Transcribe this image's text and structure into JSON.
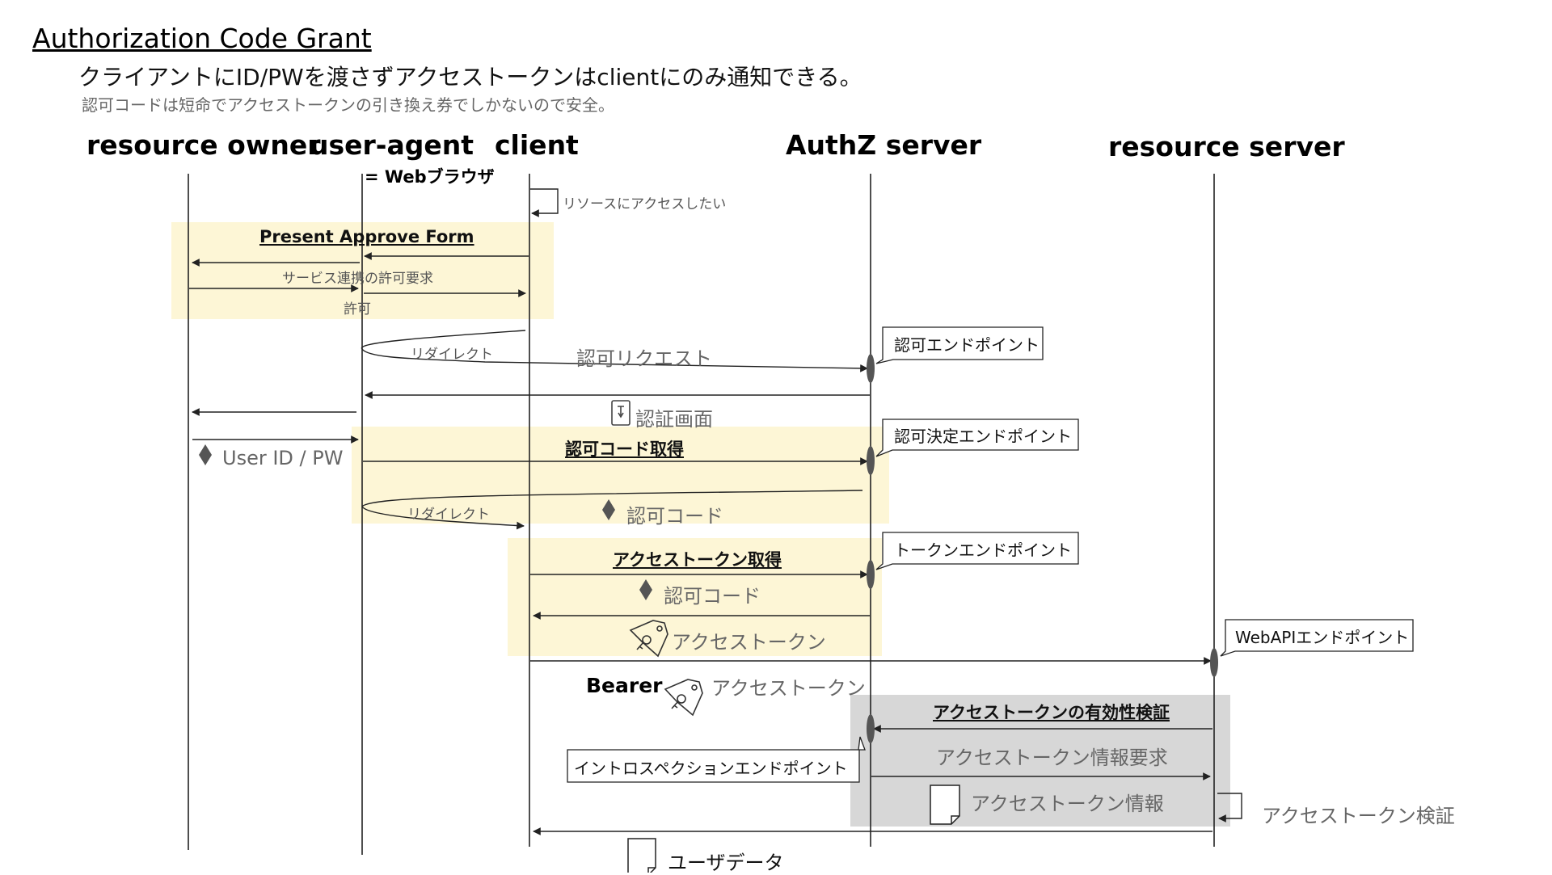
{
  "title": "Authorization Code Grant",
  "subtitle": "クライアントにID/PWを渡さずアクセストークンはclientにのみ通知できる。",
  "subnote": "認可コードは短命でアクセストークンの引き換え券でしかないので安全。",
  "actors": {
    "resource_owner": "resource owner",
    "user_agent": "user-agent",
    "user_agent_note": "= Webブラウザ",
    "client": "client",
    "authz_server": "AuthZ server",
    "resource_server": "resource server"
  },
  "messages": {
    "want_access": "リソースにアクセスしたい",
    "service_link_request": "サービス連携の許可要求",
    "permit": "許可",
    "redirect_1": "リダイレクト",
    "authz_request": "認可リクエスト",
    "auth_screen": "認証画面",
    "user_id_pw": "User ID / PW",
    "redirect_2": "リダイレクト",
    "authz_code_1": "認可コード",
    "authz_code_2": "認可コード",
    "access_token_1": "アクセストークン",
    "bearer": "Bearer",
    "access_token_2": "アクセストークン",
    "token_info_request": "アクセストークン情報要求",
    "token_info": "アクセストークン情報",
    "token_verify": "アクセストークン検証",
    "user_data": "ユーザデータ"
  },
  "sections": {
    "present_approve_form": "Present Approve Form",
    "get_authz_code": "認可コード取得",
    "get_access_token": "アクセストークン取得",
    "validate_token": "アクセストークンの有効性検証"
  },
  "endpoints": {
    "authz_endpoint": "認可エンドポイント",
    "authz_decision_endpoint": "認可決定エンドポイント",
    "token_endpoint": "トークンエンドポイント",
    "webapi_endpoint": "WebAPIエンドポイント",
    "introspection_endpoint": "イントロスペクションエンドポイント"
  },
  "colors": {
    "highlight": "#fdf6d6",
    "validation_box": "#d7d7d7",
    "line": "#222222",
    "activation": "#555555"
  }
}
